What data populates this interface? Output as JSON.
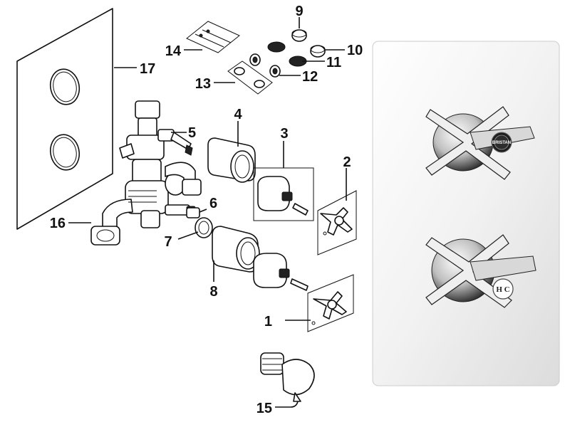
{
  "callouts": [
    {
      "id": "part-1",
      "number": "1"
    },
    {
      "id": "part-2",
      "number": "2"
    },
    {
      "id": "part-3",
      "number": "3"
    },
    {
      "id": "part-4",
      "number": "4"
    },
    {
      "id": "part-5",
      "number": "5"
    },
    {
      "id": "part-6",
      "number": "6"
    },
    {
      "id": "part-7",
      "number": "7"
    },
    {
      "id": "part-8",
      "number": "8"
    },
    {
      "id": "part-9",
      "number": "9"
    },
    {
      "id": "part-10",
      "number": "10"
    },
    {
      "id": "part-11",
      "number": "11"
    },
    {
      "id": "part-12",
      "number": "12"
    },
    {
      "id": "part-13",
      "number": "13"
    },
    {
      "id": "part-14",
      "number": "14"
    },
    {
      "id": "part-15",
      "number": "15"
    },
    {
      "id": "part-16",
      "number": "16"
    },
    {
      "id": "part-17",
      "number": "17"
    }
  ],
  "product_photo": {
    "brand_mark": "BRISTAN",
    "hot_cold_mark": "H C"
  },
  "colors": {
    "line": "#111111",
    "chrome_light": "#f4f4f4",
    "chrome_dark": "#2a2a2a",
    "background": "#ffffff"
  }
}
